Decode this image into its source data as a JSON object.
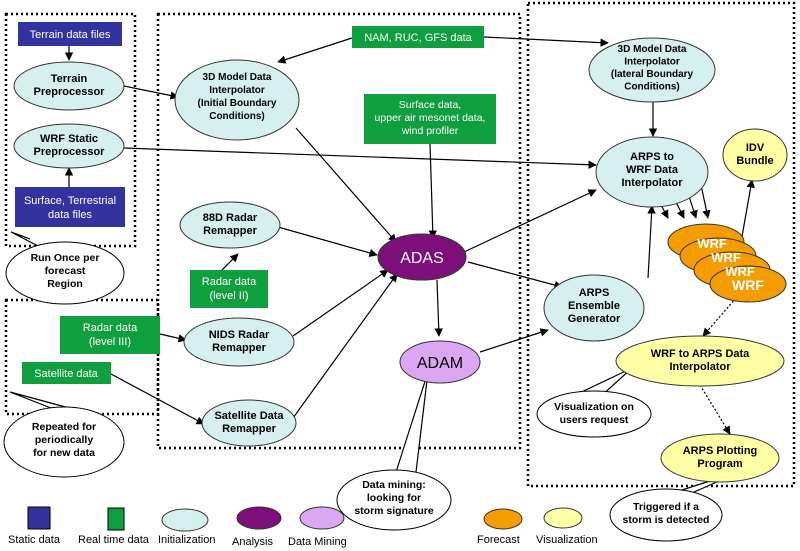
{
  "colors": {
    "static": "#3333a0",
    "realtime": "#0f9f3f",
    "init": "#d5f0ee",
    "analysis": "#7d0f7b",
    "mining": "#dba6f2",
    "forecast": "#f49c00",
    "visualization": "#ffffa6"
  },
  "static_boxes": {
    "terrain_files": "Terrain data files",
    "surface_files": [
      "Surface, Terrestrial",
      "data files"
    ]
  },
  "realtime_boxes": {
    "nam": "NAM, RUC, GFS data",
    "surface": [
      "Surface data,",
      "upper air mesonet data,",
      "wind profiler"
    ],
    "radar2": [
      "Radar data",
      "(level II)"
    ],
    "radar3": [
      "Radar data",
      "(level III)"
    ],
    "satellite": "Satellite data"
  },
  "init_nodes": {
    "terrain_pre": [
      "Terrain",
      "Preprocessor"
    ],
    "wrf_static": [
      "WRF Static",
      "Preprocessor"
    ],
    "interp_initial": [
      "3D Model Data",
      "Interpolator",
      "(Initial Boundary",
      "Conditions)"
    ],
    "remap88d": [
      "88D Radar",
      "Remapper"
    ],
    "nids": [
      "NIDS Radar",
      "Remapper"
    ],
    "sat_remap": [
      "Satellite Data",
      "Remapper"
    ],
    "interp_lateral": [
      "3D Model Data",
      "Interpolator",
      "(lateral Boundary",
      "Conditions)"
    ],
    "arps_wrf": [
      "ARPS to",
      "WRF Data",
      "Interpolator"
    ],
    "ensemble": [
      "ARPS",
      "Ensemble",
      "Generator"
    ]
  },
  "adas": "ADAS",
  "adam": "ADAM",
  "wrf_stack": [
    "WRF",
    "WRF",
    "WRF",
    "WRF"
  ],
  "vis_nodes": {
    "idv": [
      "IDV",
      "Bundle"
    ],
    "wrf_arps": [
      "WRF to ARPS Data",
      "Interpolator"
    ],
    "plotting": [
      "ARPS Plotting",
      "Program"
    ]
  },
  "callouts": {
    "run_once": [
      "Run Once  per",
      "forecast",
      "Region"
    ],
    "repeated": [
      "Repeated for",
      "periodically",
      "for new data"
    ],
    "mining": [
      "Data mining:",
      "looking for",
      "storm signature"
    ],
    "vis_request": [
      "Visualization on",
      "users request"
    ],
    "triggered": [
      "Triggered if a",
      "storm is detected"
    ]
  },
  "legend": {
    "static": "Static data",
    "realtime": "Real time data",
    "init": "Initialization",
    "analysis": "Analysis",
    "mining": "Data Mining",
    "forecast": "Forecast",
    "visualization": "Visualization"
  }
}
